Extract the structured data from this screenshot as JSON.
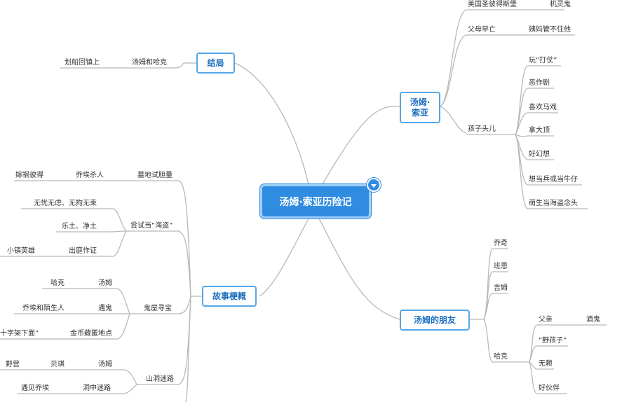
{
  "title": "汤姆·索亚历险记",
  "expand_icon": "chevron-down-icon",
  "colors": {
    "accent": "#2f8ce0",
    "node_border": "#56a7e6",
    "line": "#b9b9b9",
    "text": "#333333"
  },
  "branches": {
    "tom": {
      "label": "汤姆·\n索亚",
      "children": [
        {
          "label": "美国圣彼得斯堡",
          "child": "机灵鬼"
        },
        {
          "label": "父母早亡",
          "child": "姨妈管不住他"
        },
        {
          "label": "孩子头儿",
          "children": [
            "玩“打仗”",
            "恶作剧",
            "喜欢马戏",
            "拿大顶",
            "好幻想",
            "想当兵或当牛仔",
            "萌生当海盗念头"
          ]
        }
      ]
    },
    "friends": {
      "label": "汤姆的朋友",
      "children": [
        {
          "label": "乔奇"
        },
        {
          "label": "班恩"
        },
        {
          "label": "吉姆"
        },
        {
          "label": "哈克",
          "children": [
            {
              "label": "父亲",
              "child": "酒鬼"
            },
            {
              "label": "“野孩子”"
            },
            {
              "label": "无赖"
            },
            {
              "label": "好伙伴"
            }
          ]
        }
      ]
    },
    "ending": {
      "label": "结局",
      "child": "汤姆和哈克",
      "grandchild": "划船回镇上"
    },
    "story": {
      "label": "故事梗概",
      "children": [
        {
          "label": "墓地试胆量",
          "child": "乔埃杀人",
          "grandchild": "嫁祸彼得"
        },
        {
          "label": "尝试当“海盗”",
          "children": [
            "无忧无虑、无拘无束",
            "乐土、净土",
            {
              "label": "出庭作证",
              "child": "小镇英雄"
            }
          ]
        },
        {
          "label": "鬼屋寻宝",
          "children": [
            {
              "label": "汤姆",
              "child": "哈克"
            },
            {
              "label": "遇鬼",
              "child": "乔埃和陌生人"
            },
            {
              "label": "金币藏匿地点",
              "child": "十字架下面”"
            }
          ]
        },
        {
          "label": "山洞迷路",
          "children": [
            {
              "label": "汤姆",
              "child": "贝琪",
              "grandchild": "野营"
            },
            {
              "label": "洞中迷路",
              "child": "遇见乔埃"
            }
          ]
        }
      ]
    }
  }
}
